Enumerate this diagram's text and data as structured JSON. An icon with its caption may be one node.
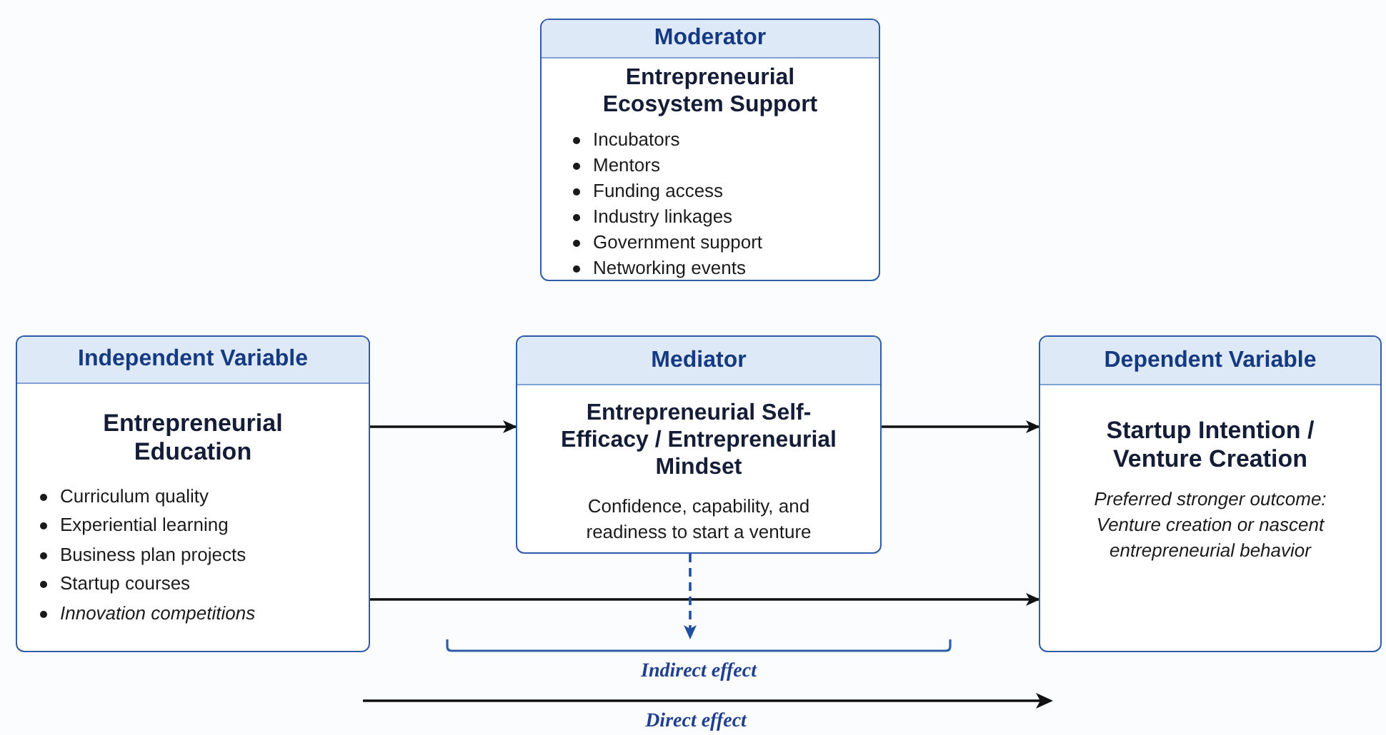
{
  "diagram": {
    "nodes": [
      {
        "text": [
          "Moderator",
          "Entrepreneurial Ecosystem Support",
          "Incubators",
          "Mentors",
          "Funding access",
          "Industry linkages",
          "Government support",
          "Networking events"
        ]
      },
      {
        "text": [
          "Independent Variable",
          "Entrepreneurial Education",
          "Curriculum quality",
          "Experiential learning",
          "Business plan projects",
          "Startup courses",
          "*Innovation competitions*"
        ]
      },
      {
        "text": [
          "Mediator",
          "Entrepreneurial Self-Efficacy / Entrepreneurial Mindset",
          "Confidence, capability, and readiness to start a venture"
        ]
      },
      {
        "text": [
          "Dependent Variable",
          "Startup Intention / Venture Creation",
          "Preferred stronger outcome: Venture creation or nascent entrepreneurial behavior"
        ]
      },
      {
        "text": [
          "Indirect effect"
        ]
      }
    ],
    "edges": [
      {
        "from": 1,
        "to": 2,
        "arrow": "to"
      },
      {
        "from": 2,
        "to": 3,
        "arrow": "to"
      },
      {
        "from": 1,
        "to": 3,
        "arrow": "to"
      },
      {
        "from": 2,
        "to": 4,
        "arrow": "to",
        "style": "dashed",
        "color": "#1f4fa0"
      }
    ],
    "labels": [
      "Direct effect"
    ]
  }
}
